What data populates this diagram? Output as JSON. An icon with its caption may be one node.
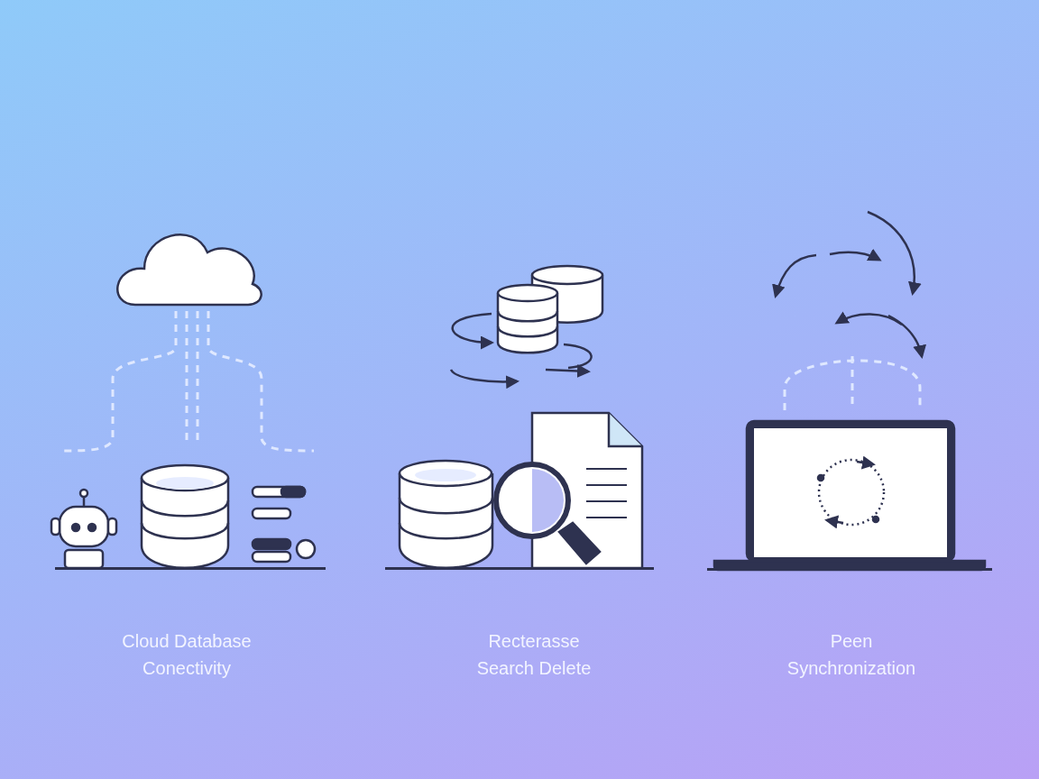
{
  "diagram": {
    "labels": [
      "Cloud Database Conectivity",
      "Recterasse Search Delete",
      "Peen Synchronization"
    ]
  }
}
